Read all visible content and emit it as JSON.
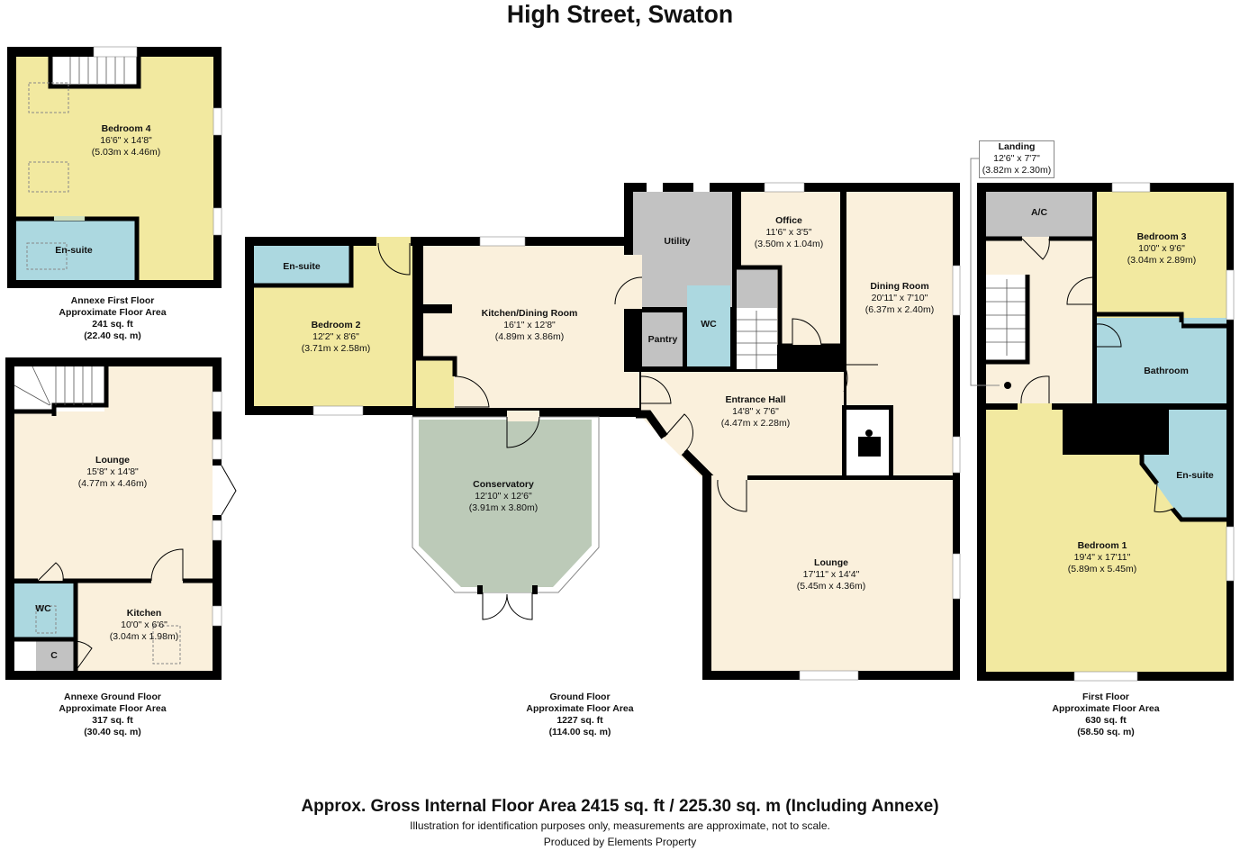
{
  "title": "High Street, Swaton",
  "colors": {
    "wall": "#000000",
    "bedroom": "#f2e9a0",
    "living": "#faf0dc",
    "wet": "#acd8e0",
    "utility": "#c2c2c2",
    "conservatory": "#bccab8",
    "window": "#ffffff"
  },
  "floors": {
    "annexe_first": {
      "caption": [
        "Annexe First Floor",
        "Approximate Floor Area",
        "241 sq. ft",
        "(22.40 sq. m)"
      ],
      "rooms": {
        "bedroom4": {
          "name": "Bedroom 4",
          "imperial": "16'6\" x 14'8\"",
          "metric": "(5.03m x 4.46m)"
        },
        "ensuite": {
          "name": "En-suite"
        }
      }
    },
    "annexe_ground": {
      "caption": [
        "Annexe Ground Floor",
        "Approximate Floor Area",
        "317 sq. ft",
        "(30.40 sq. m)"
      ],
      "rooms": {
        "lounge": {
          "name": "Lounge",
          "imperial": "15'8\" x 14'8\"",
          "metric": "(4.77m x 4.46m)"
        },
        "wc": {
          "name": "WC"
        },
        "cupboard": {
          "name": "C"
        },
        "kitchen": {
          "name": "Kitchen",
          "imperial": "10'0\" x 6'6\"",
          "metric": "(3.04m x 1.98m)"
        }
      }
    },
    "ground": {
      "caption": [
        "Ground Floor",
        "Approximate Floor Area",
        "1227 sq. ft",
        "(114.00 sq. m)"
      ],
      "rooms": {
        "ensuite": {
          "name": "En-suite"
        },
        "bedroom2": {
          "name": "Bedroom 2",
          "imperial": "12'2\" x 8'6\"",
          "metric": "(3.71m x 2.58m)"
        },
        "kitchen_dining": {
          "name": "Kitchen/Dining Room",
          "imperial": "16'1\" x 12'8\"",
          "metric": "(4.89m x 3.86m)"
        },
        "utility": {
          "name": "Utility"
        },
        "pantry": {
          "name": "Pantry"
        },
        "wc": {
          "name": "WC"
        },
        "office": {
          "name": "Office",
          "imperial": "11'6\" x 3'5\"",
          "metric": "(3.50m x 1.04m)"
        },
        "dining": {
          "name": "Dining Room",
          "imperial": "20'11\" x 7'10\"",
          "metric": "(6.37m x 2.40m)"
        },
        "entrance_hall": {
          "name": "Entrance Hall",
          "imperial": "14'8\" x 7'6\"",
          "metric": "(4.47m x 2.28m)"
        },
        "conservatory": {
          "name": "Conservatory",
          "imperial": "12'10\" x 12'6\"",
          "metric": "(3.91m x 3.80m)"
        },
        "lounge": {
          "name": "Lounge",
          "imperial": "17'11\" x 14'4\"",
          "metric": "(5.45m x 4.36m)"
        }
      }
    },
    "first": {
      "caption": [
        "First Floor",
        "Approximate Floor Area",
        "630 sq. ft",
        "(58.50 sq. m)"
      ],
      "rooms": {
        "landing": {
          "name": "Landing",
          "imperial": "12'6\" x 7'7\"",
          "metric": "(3.82m x 2.30m)"
        },
        "ac": {
          "name": "A/C"
        },
        "bedroom3": {
          "name": "Bedroom 3",
          "imperial": "10'0\" x 9'6\"",
          "metric": "(3.04m x 2.89m)"
        },
        "bathroom": {
          "name": "Bathroom"
        },
        "ensuite": {
          "name": "En-suite"
        },
        "bedroom1": {
          "name": "Bedroom 1",
          "imperial": "19'4\" x 17'11\"",
          "metric": "(5.89m x 5.45m)"
        }
      }
    }
  },
  "footer": {
    "total": "Approx. Gross Internal Floor Area 2415 sq. ft / 225.30 sq. m (Including Annexe)",
    "disclaimer": "Illustration for identification purposes only, measurements are approximate, not to scale.",
    "producer": "Produced by Elements Property"
  }
}
